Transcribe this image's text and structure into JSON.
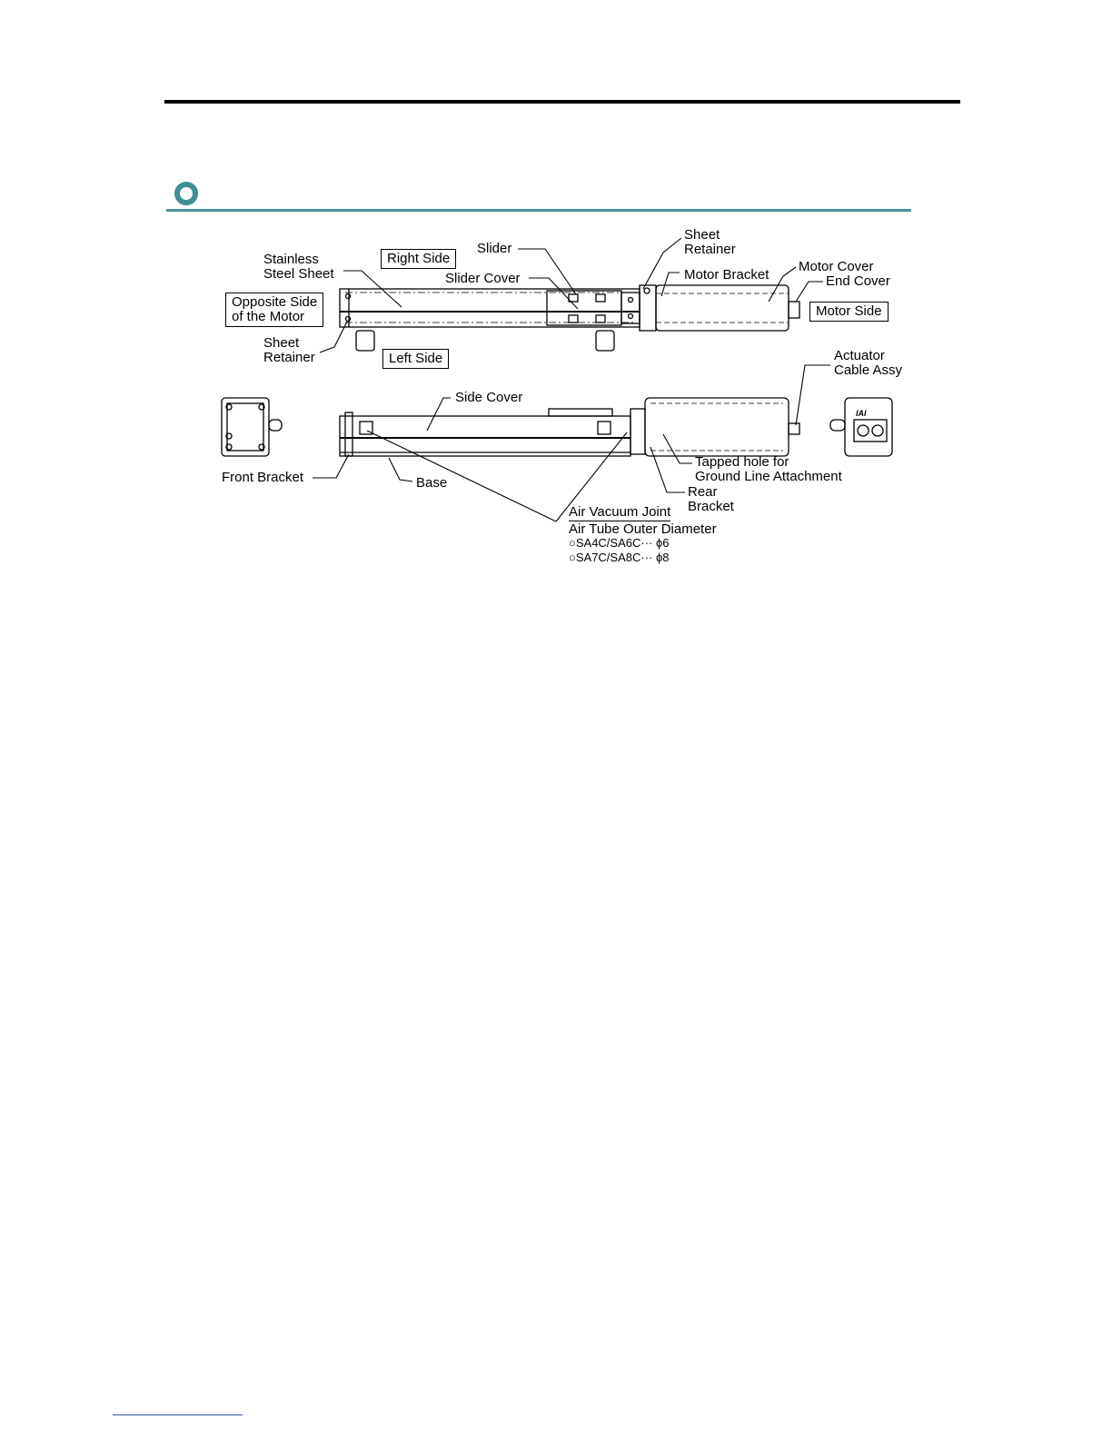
{
  "labels": {
    "stainless_steel_sheet": [
      "Stainless",
      "Steel Sheet"
    ],
    "right_side": "Right Side",
    "slider": "Slider",
    "slider_cover": "Slider Cover",
    "sheet_retainer_top": [
      "Sheet",
      "Retainer"
    ],
    "motor_bracket": "Motor Bracket",
    "motor_cover": "Motor Cover",
    "end_cover": "End Cover",
    "opposite_side": [
      "Opposite Side",
      "of the Motor"
    ],
    "motor_side": "Motor Side",
    "sheet_retainer_bottom": [
      "Sheet",
      "Retainer"
    ],
    "left_side": "Left Side",
    "actuator_cable": [
      "Actuator",
      "Cable Assy"
    ],
    "side_cover": "Side Cover",
    "front_bracket": "Front Bracket",
    "base": "Base",
    "tapped_hole": [
      "Tapped hole for",
      "Ground Line Attachment"
    ],
    "rear_bracket": [
      "Rear",
      "Bracket"
    ],
    "air_vacuum_joint": "Air Vacuum Joint",
    "air_tube_diameter": "Air Tube Outer Diameter",
    "diameter_spec_1": "○SA4C/SA6C··· ϕ6",
    "diameter_spec_2": "○SA7C/SA8C··· ϕ8",
    "end_cap_logo": "IAI"
  },
  "colors": {
    "accent": "#4a8f94",
    "line": "#000000",
    "hidden_line": "#555555"
  }
}
